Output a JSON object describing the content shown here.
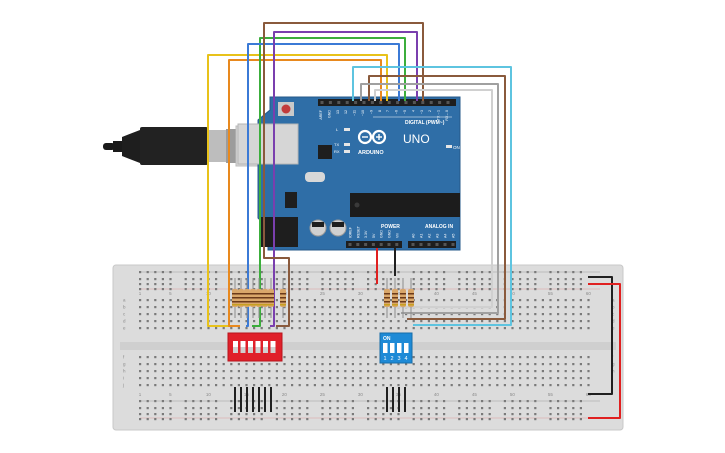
{
  "arduino": {
    "brand": "ARDUINO",
    "model": "UNO",
    "digital_header_label": "DIGITAL (PWM~)",
    "power_label": "POWER",
    "analog_label": "ANALOG IN",
    "on_label": "ON",
    "led_labels": [
      "L",
      "TX",
      "RX"
    ],
    "digital_pins": [
      "AREF",
      "GND",
      "13",
      "12",
      "~11",
      "~10",
      "~9",
      "8",
      "7",
      "~6",
      "~5",
      "4",
      "~3",
      "2",
      "TX→1",
      "RX←0"
    ],
    "power_pins": [
      "IOREF",
      "RESET",
      "3.3V",
      "5V",
      "GND",
      "GND",
      "Vin"
    ],
    "analog_pins": [
      "A0",
      "A1",
      "A2",
      "A3",
      "A4",
      "A5"
    ]
  },
  "breadboard": {
    "column_numbers": [
      "1",
      "5",
      "10",
      "15",
      "20",
      "25",
      "30",
      "35",
      "40",
      "45",
      "50",
      "55",
      "60"
    ],
    "row_letters_top": [
      "a",
      "b",
      "c",
      "d",
      "e"
    ],
    "row_letters_bottom": [
      "f",
      "g",
      "h",
      "i",
      "j"
    ]
  },
  "dip_switch_blue": {
    "on_label": "ON",
    "numbers": [
      "1",
      "2",
      "3",
      "4"
    ]
  },
  "colors": {
    "board": "#2c6ca4",
    "breadboard": "#dadada",
    "red_switch": "#e0202a",
    "blue_switch": "#1e8ad6",
    "wire_yellow": "#e8c21a",
    "wire_orange": "#e8891e",
    "wire_green": "#3cae3c",
    "wire_blue": "#3b7ad6",
    "wire_purple": "#7a3fae",
    "wire_brown": "#8a5a3c",
    "wire_cyan": "#5ec4e0",
    "wire_gray": "#a0a0a0",
    "wire_red": "#e02020",
    "wire_black": "#202020"
  }
}
